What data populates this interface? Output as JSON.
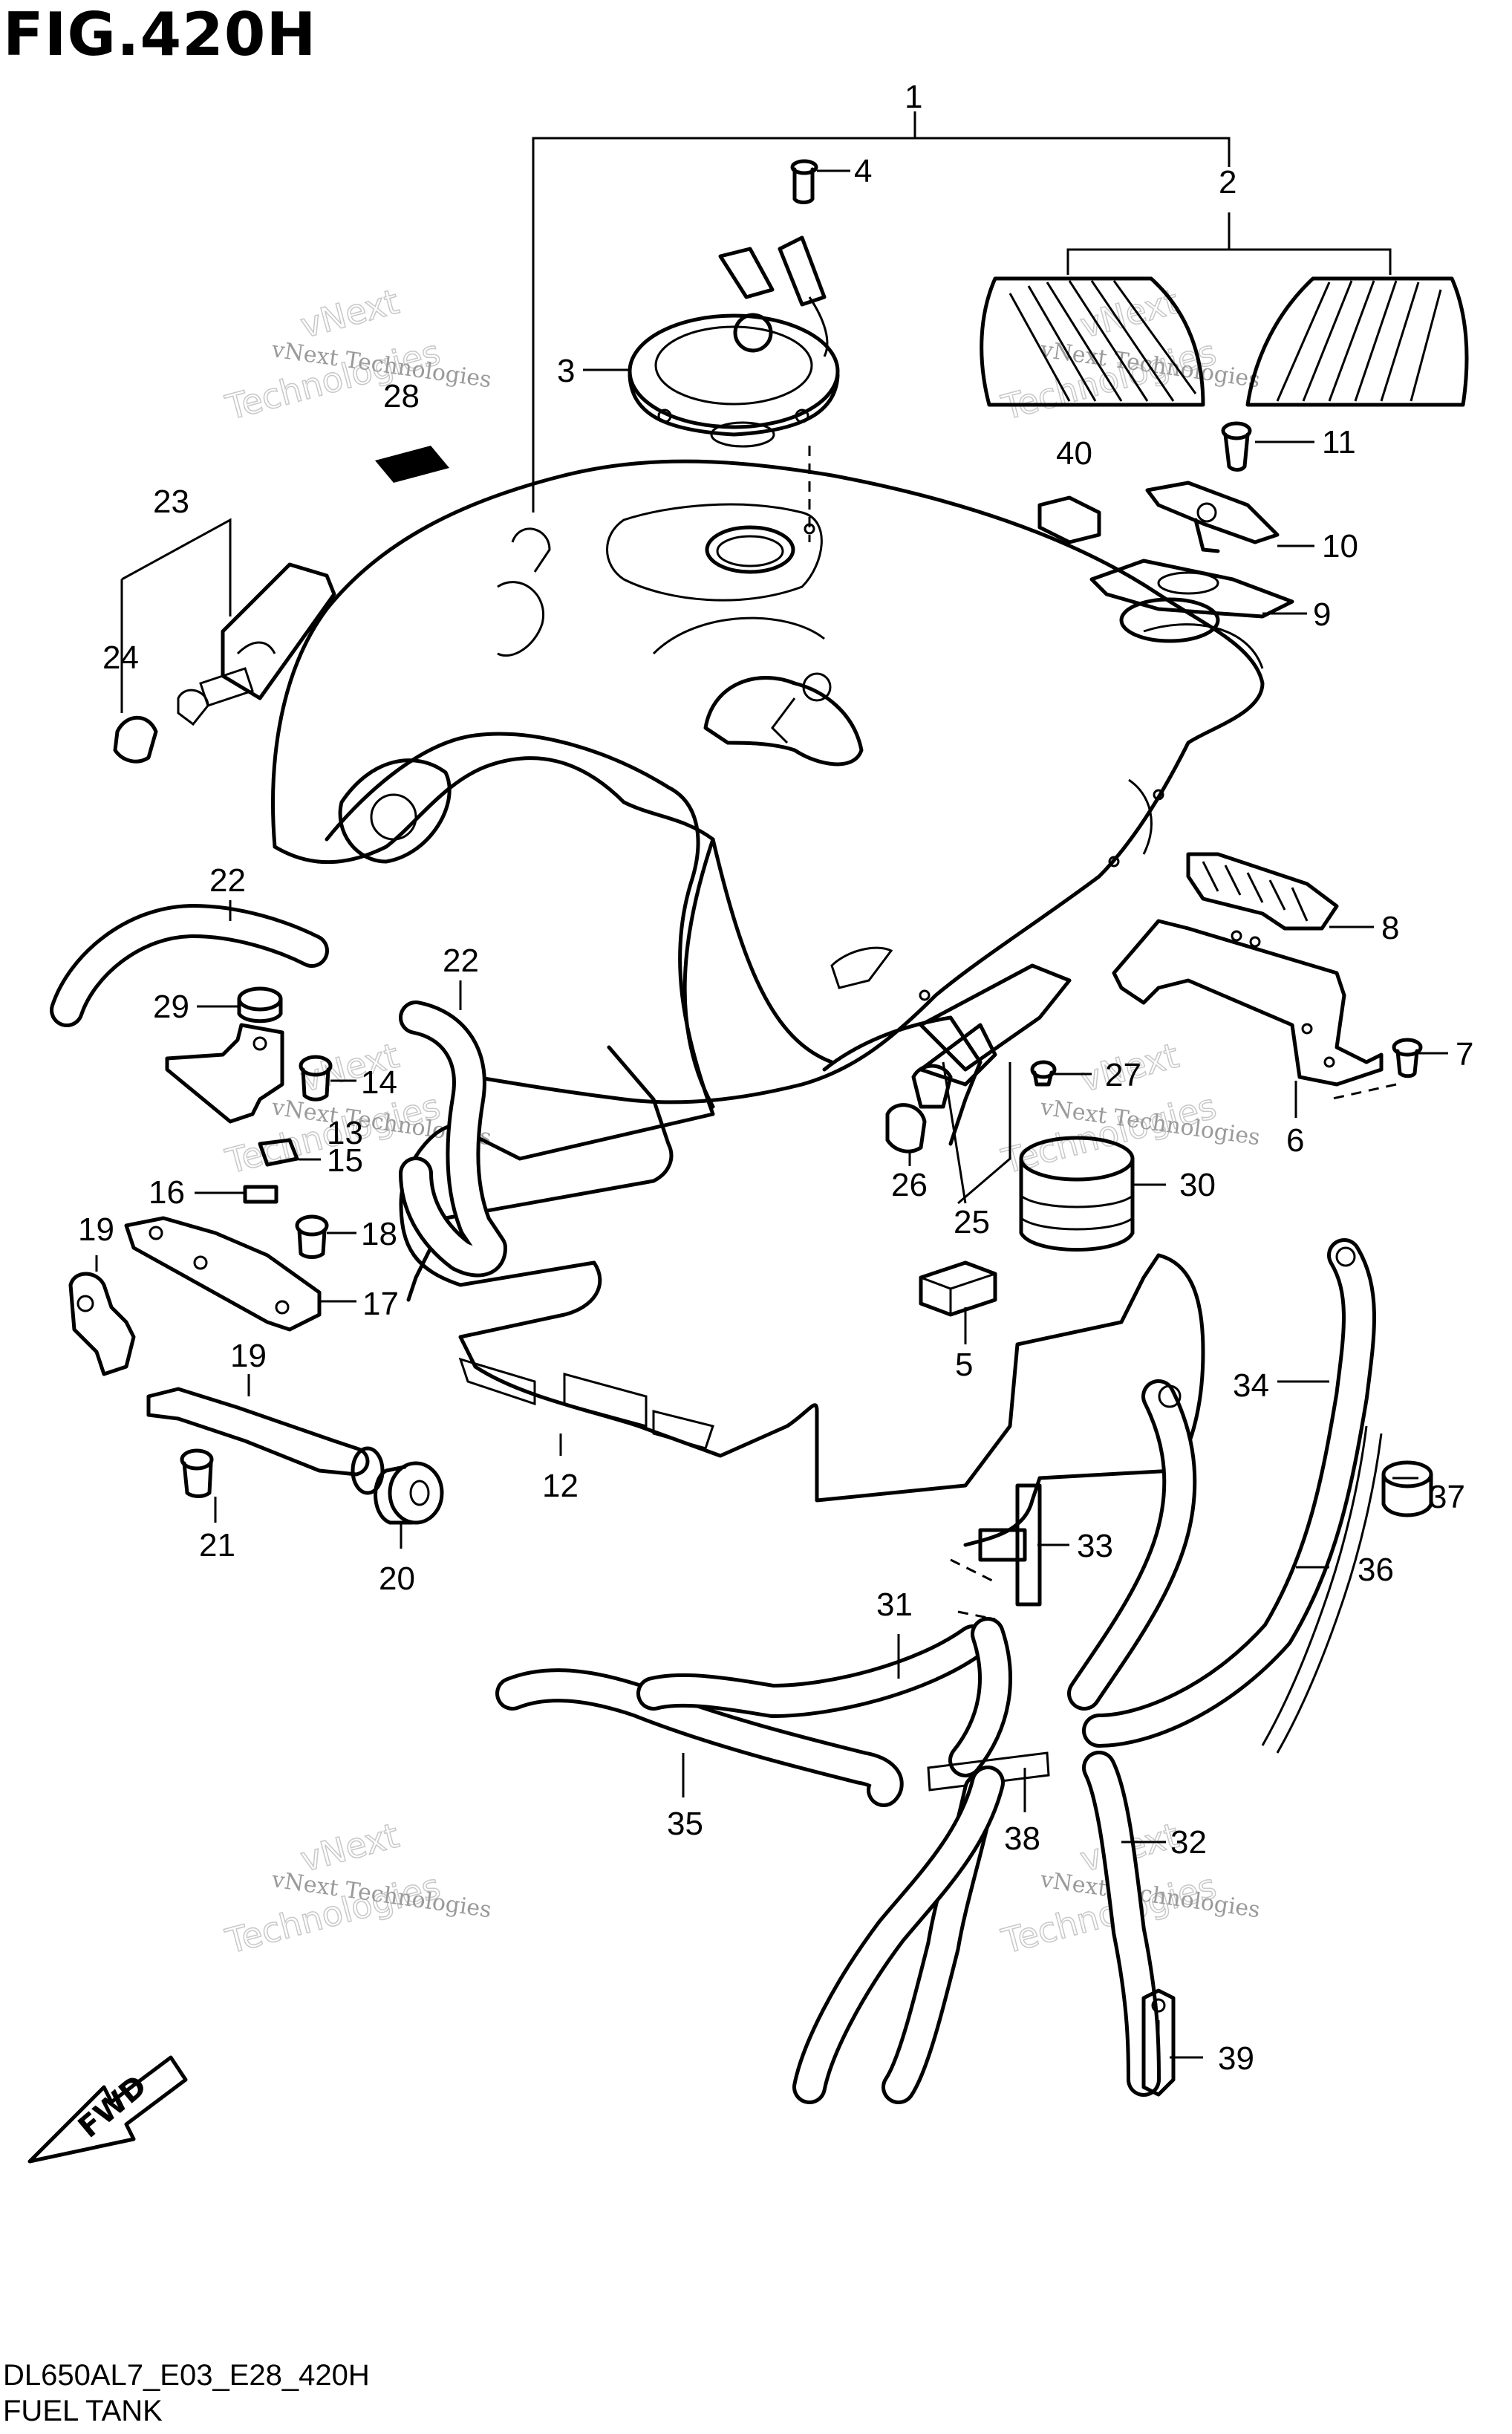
{
  "header": {
    "title": "FIG.420H"
  },
  "footer": {
    "code": "DL650AL7_E03_E28_420H",
    "subtitle": "FUEL TANK"
  },
  "watermark": {
    "line1": "vNext Technologies",
    "line2": "Technologies",
    "line3": "vNext"
  },
  "fwd_label": "FWD",
  "callouts": {
    "c1": "1",
    "c2": "2",
    "c3": "3",
    "c4": "4",
    "c5": "5",
    "c6": "6",
    "c7": "7",
    "c8": "8",
    "c9": "9",
    "c10": "10",
    "c11": "11",
    "c12": "12",
    "c13": "13",
    "c14": "14",
    "c15": "15",
    "c16": "16",
    "c17": "17",
    "c18": "18",
    "c19a": "19",
    "c19b": "19",
    "c20": "20",
    "c21": "21",
    "c22a": "22",
    "c22b": "22",
    "c23": "23",
    "c24": "24",
    "c25": "25",
    "c26": "26",
    "c27": "27",
    "c28": "28",
    "c29": "29",
    "c30": "30",
    "c31": "31",
    "c32": "32",
    "c33": "33",
    "c34": "34",
    "c35": "35",
    "c36": "36",
    "c37": "37",
    "c38": "38",
    "c39": "39",
    "c40": "40"
  }
}
